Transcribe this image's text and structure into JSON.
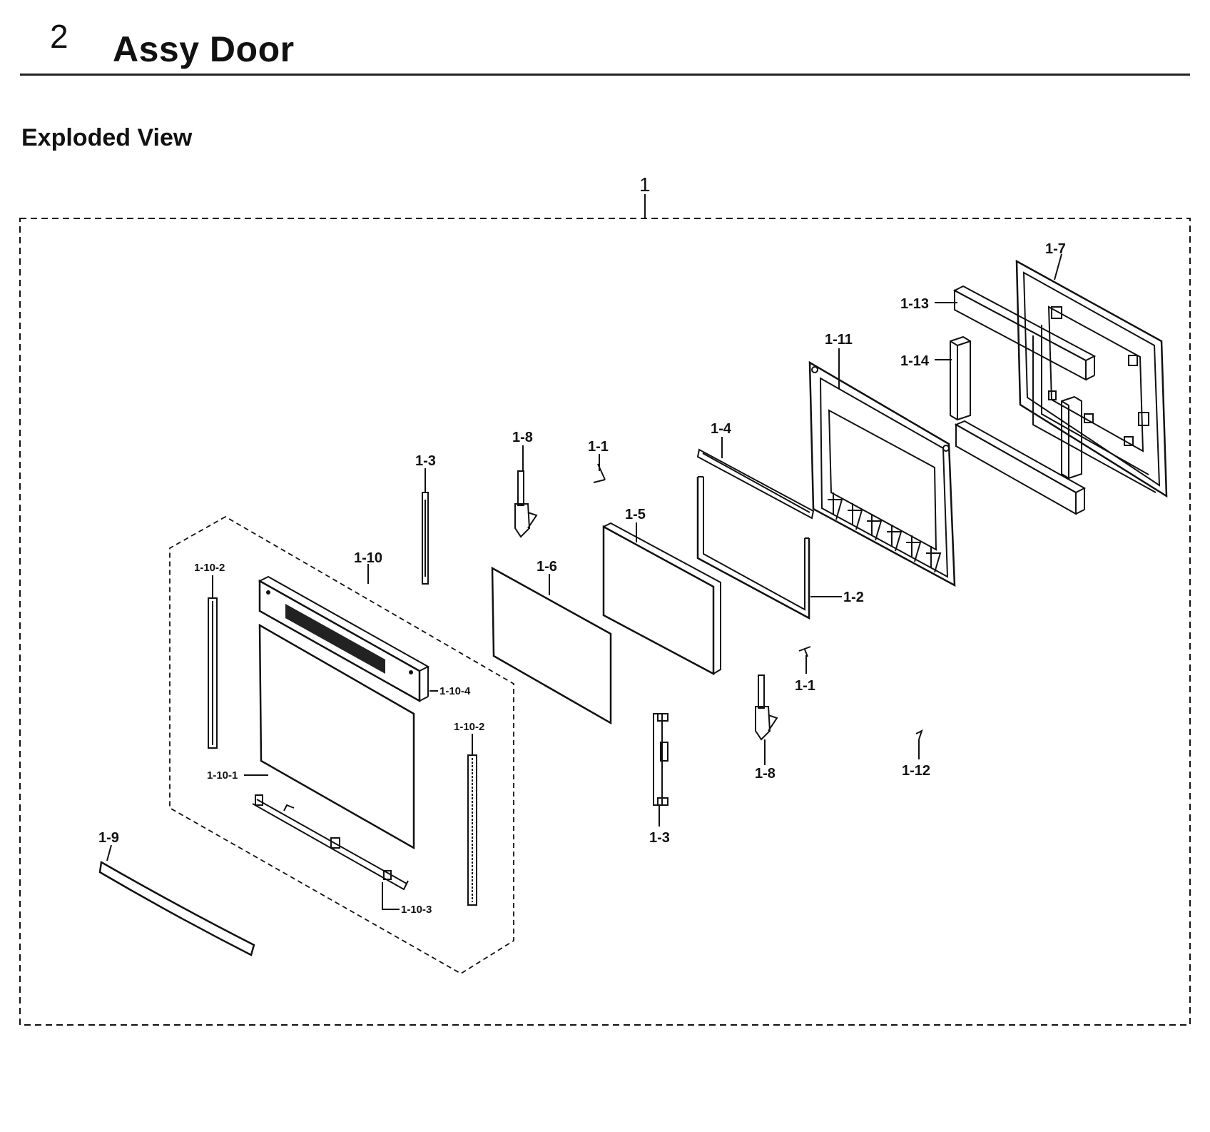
{
  "header": {
    "section_number": "2",
    "section_title": "Assy Door",
    "subtitle": "Exploded View"
  },
  "labels": {
    "assy": "1",
    "p1_1": "1-1",
    "p1_2": "1-2",
    "p1_3": "1-3",
    "p1_4": "1-4",
    "p1_5": "1-5",
    "p1_6": "1-6",
    "p1_7": "1-7",
    "p1_8": "1-8",
    "p1_9": "1-9",
    "p1_10": "1-10",
    "p1_10_1": "1-10-1",
    "p1_10_2": "1-10-2",
    "p1_10_3": "1-10-3",
    "p1_10_4": "1-10-4",
    "p1_11": "1-11",
    "p1_12": "1-12",
    "p1_13": "1-13",
    "p1_14": "1-14"
  }
}
